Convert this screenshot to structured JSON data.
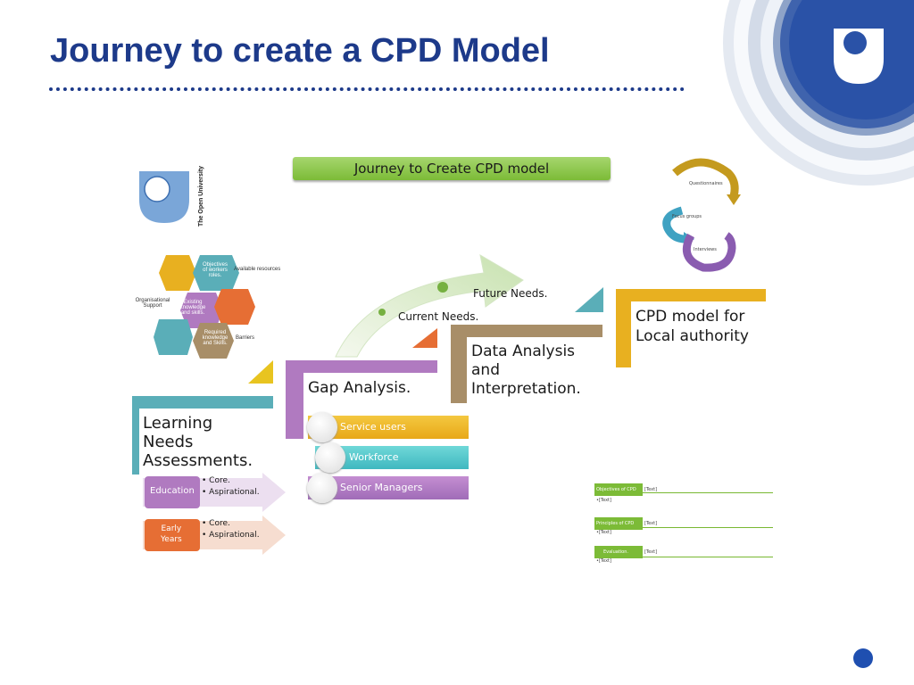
{
  "slide": {
    "title": "Journey to create a CPD Model"
  },
  "brand": {
    "dark_blue": "#1d3a8a",
    "ou_blue": "#0a3fa8"
  },
  "logo": {
    "vertical_text": "The Open University"
  },
  "banner": {
    "title": "Journey to Create CPD model"
  },
  "hexagons": {
    "objectives": "Objectives of workers roles.",
    "existing": "Existing knowledge and skills.",
    "required": "Required knowledge and Skills.",
    "available": "Available resources",
    "organisational": "Organisational Support",
    "barriers": "Barriers"
  },
  "cycle": {
    "questionnaires": "Questionnaires",
    "focus_groups": "Focus groups",
    "interviews": "Interviews"
  },
  "arrow_labels": {
    "current": "Current Needs.",
    "future": "Future Needs."
  },
  "stages": {
    "learning": [
      "Learning",
      "Needs",
      "Assessments."
    ],
    "gap": "Gap Analysis.",
    "data": [
      "Data Analysis",
      "and",
      "Interpretation."
    ],
    "cpd": [
      "CPD model for",
      "Local authority"
    ]
  },
  "groups": [
    "Service users",
    "Workforce",
    "Senior Managers"
  ],
  "education": {
    "label": "Education",
    "bullets": [
      "Core.",
      "Aspirational."
    ]
  },
  "early_years": {
    "label": [
      "Early",
      "Years"
    ],
    "bullets": [
      "Core.",
      "Aspirational."
    ]
  },
  "cpd_table": {
    "rows": [
      {
        "label": "Objectives of CPD",
        "value": "[Text]",
        "sub": "•[Text]"
      },
      {
        "label": "Principles of CPD",
        "value": "[Text]",
        "sub": "•[Text]"
      },
      {
        "label": "Evaluation.",
        "value": "[Text]",
        "sub": "•[Text]"
      }
    ]
  },
  "colors": {
    "green": "#8cc63e",
    "gold": "#e8b020",
    "teal": "#5aaeb8",
    "purple": "#b07ac0",
    "tan": "#a88e68",
    "orange": "#e66e34"
  }
}
